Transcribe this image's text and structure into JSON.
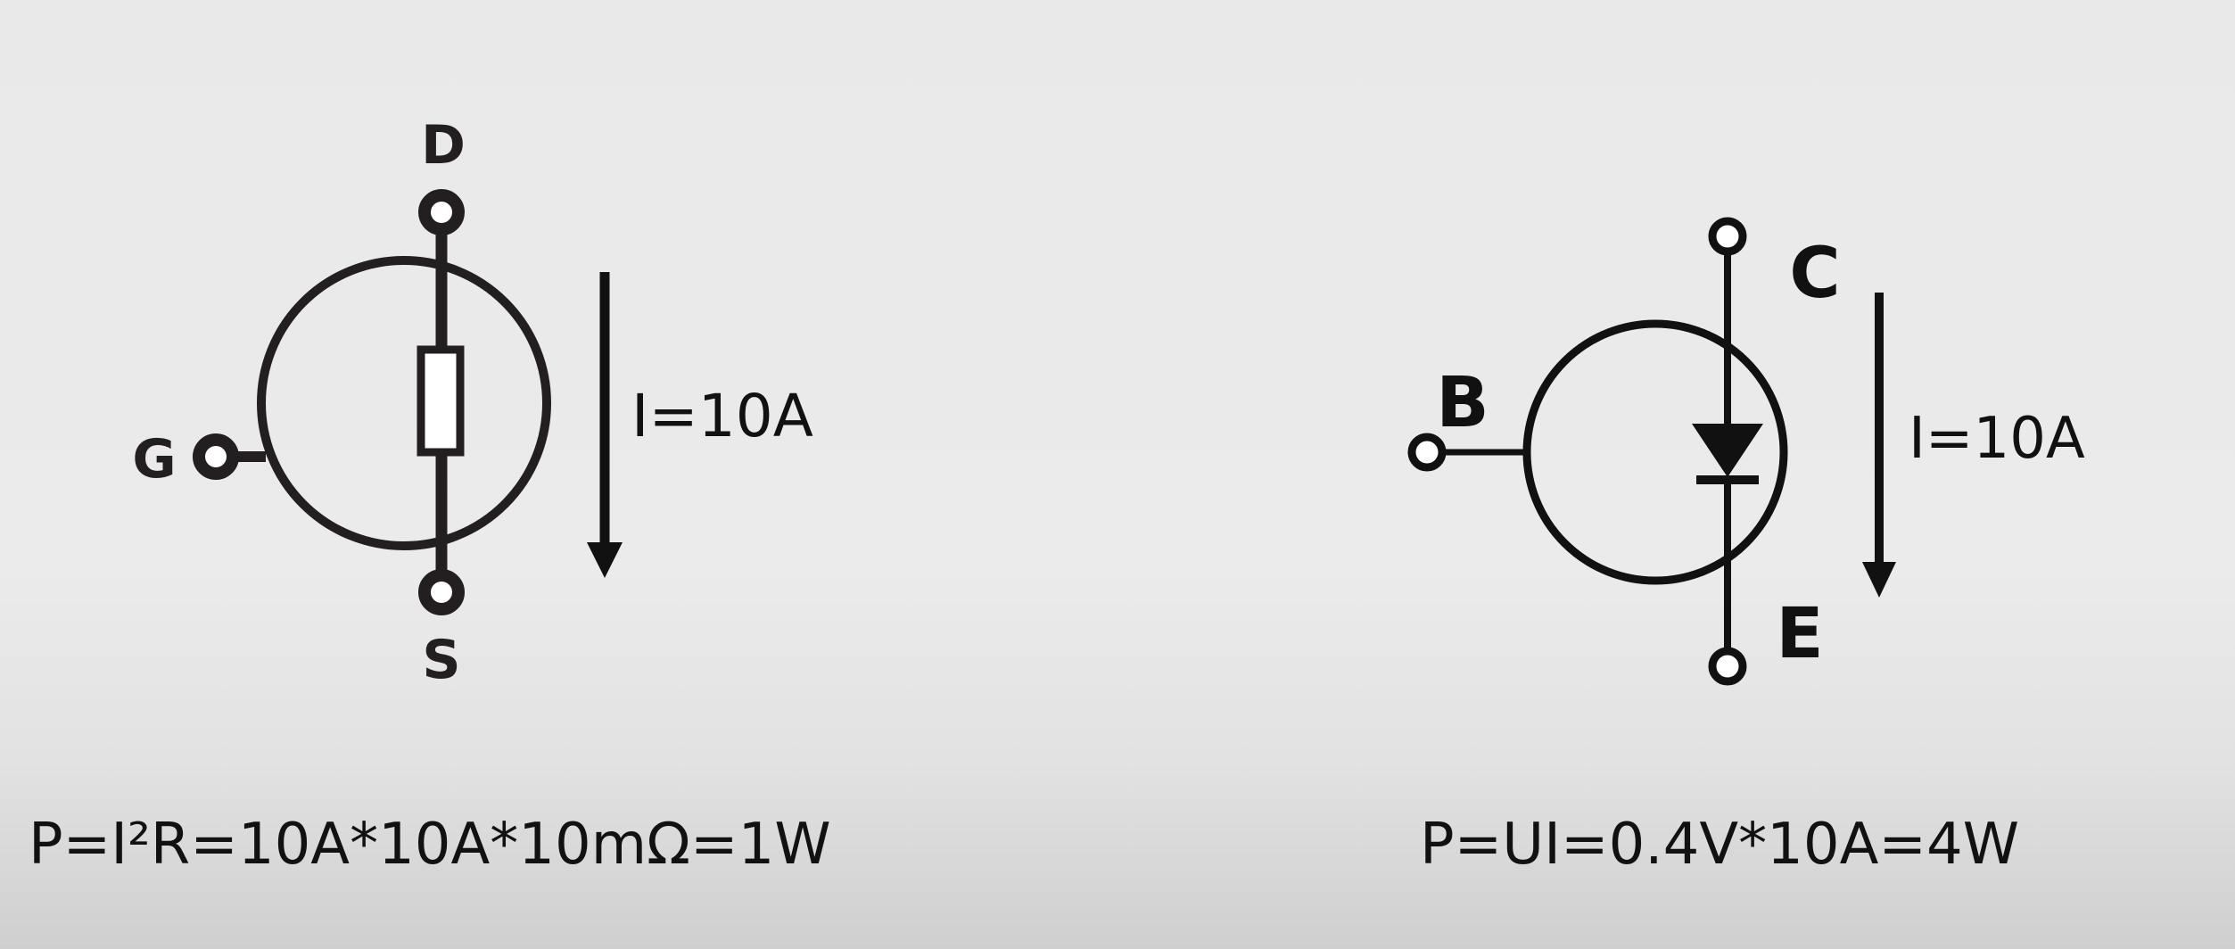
{
  "mosfet": {
    "drain_label": "D",
    "gate_label": "G",
    "source_label": "S",
    "current_label": "I=10A",
    "power_formula": "P=I²R=10A*10A*10mΩ=1W"
  },
  "igbt": {
    "collector_label": "C",
    "base_label": "B",
    "emitter_label": "E",
    "current_label": "I=10A",
    "power_formula": "P=UI=0.4V*10A=4W"
  },
  "colors": {
    "mosfet_stroke": "#231f20",
    "igbt_stroke": "#111111",
    "background": "#e9e9e9"
  }
}
